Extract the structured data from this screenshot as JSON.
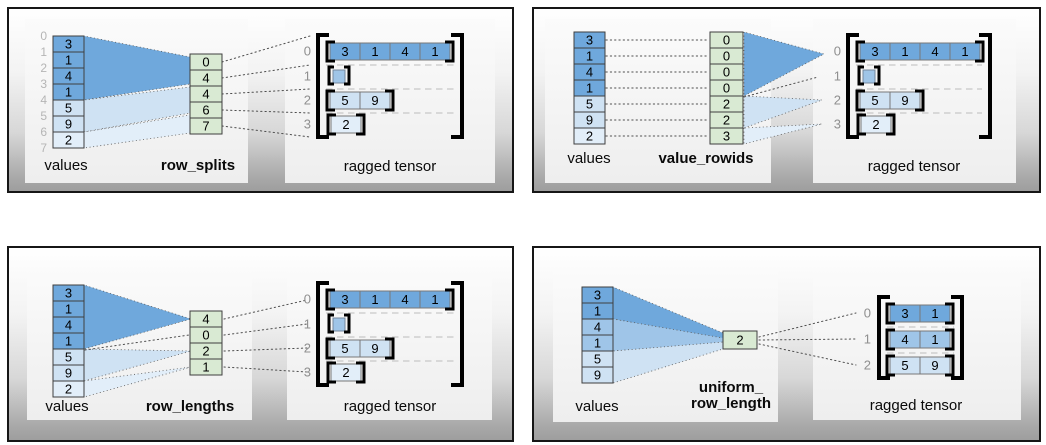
{
  "colors": {
    "dark_blue": "#6fa8dc",
    "medium_blue": "#9fc5e8",
    "light_blue": "#cfe2f3",
    "lighter_blue": "#e2eef9",
    "green": "#d9ead3"
  },
  "panels": [
    {
      "name": "row_splits",
      "values_label": "values",
      "param_label": "row_splits",
      "tensor_label": "ragged tensor",
      "values": [
        "3",
        "1",
        "4",
        "1",
        "5",
        "9",
        "2"
      ],
      "boundary_indices": [
        "0",
        "1",
        "2",
        "3",
        "4",
        "5",
        "6",
        "7"
      ],
      "param_cells": [
        "0",
        "4",
        "4",
        "6",
        "7"
      ],
      "tensor_row_labels": [
        "0",
        "1",
        "2",
        "3"
      ],
      "tensor_rows": [
        [
          "3",
          "1",
          "4",
          "1"
        ],
        [],
        [
          "5",
          "9"
        ],
        [
          "2"
        ]
      ]
    },
    {
      "name": "value_rowids",
      "values_label": "values",
      "param_label": "value_rowids",
      "tensor_label": "ragged tensor",
      "values": [
        "3",
        "1",
        "4",
        "1",
        "5",
        "9",
        "2"
      ],
      "param_cells": [
        "0",
        "0",
        "0",
        "0",
        "2",
        "2",
        "3"
      ],
      "tensor_row_labels": [
        "0",
        "1",
        "2",
        "3"
      ],
      "tensor_rows": [
        [
          "3",
          "1",
          "4",
          "1"
        ],
        [],
        [
          "5",
          "9"
        ],
        [
          "2"
        ]
      ]
    },
    {
      "name": "row_lengths",
      "values_label": "values",
      "param_label": "row_lengths",
      "tensor_label": "ragged tensor",
      "values": [
        "3",
        "1",
        "4",
        "1",
        "5",
        "9",
        "2"
      ],
      "param_cells": [
        "4",
        "0",
        "2",
        "1"
      ],
      "tensor_row_labels": [
        "0",
        "1",
        "2",
        "3"
      ],
      "tensor_rows": [
        [
          "3",
          "1",
          "4",
          "1"
        ],
        [],
        [
          "5",
          "9"
        ],
        [
          "2"
        ]
      ]
    },
    {
      "name": "uniform_row_length",
      "values_label": "values",
      "param_label_line1": "uniform_",
      "param_label_line2": "row_length",
      "tensor_label": "ragged tensor",
      "values": [
        "3",
        "1",
        "4",
        "1",
        "5",
        "9"
      ],
      "param_cells": [
        "2"
      ],
      "tensor_row_labels": [
        "0",
        "1",
        "2"
      ],
      "tensor_rows": [
        [
          "3",
          "1"
        ],
        [
          "4",
          "1"
        ],
        [
          "5",
          "9"
        ]
      ]
    }
  ]
}
